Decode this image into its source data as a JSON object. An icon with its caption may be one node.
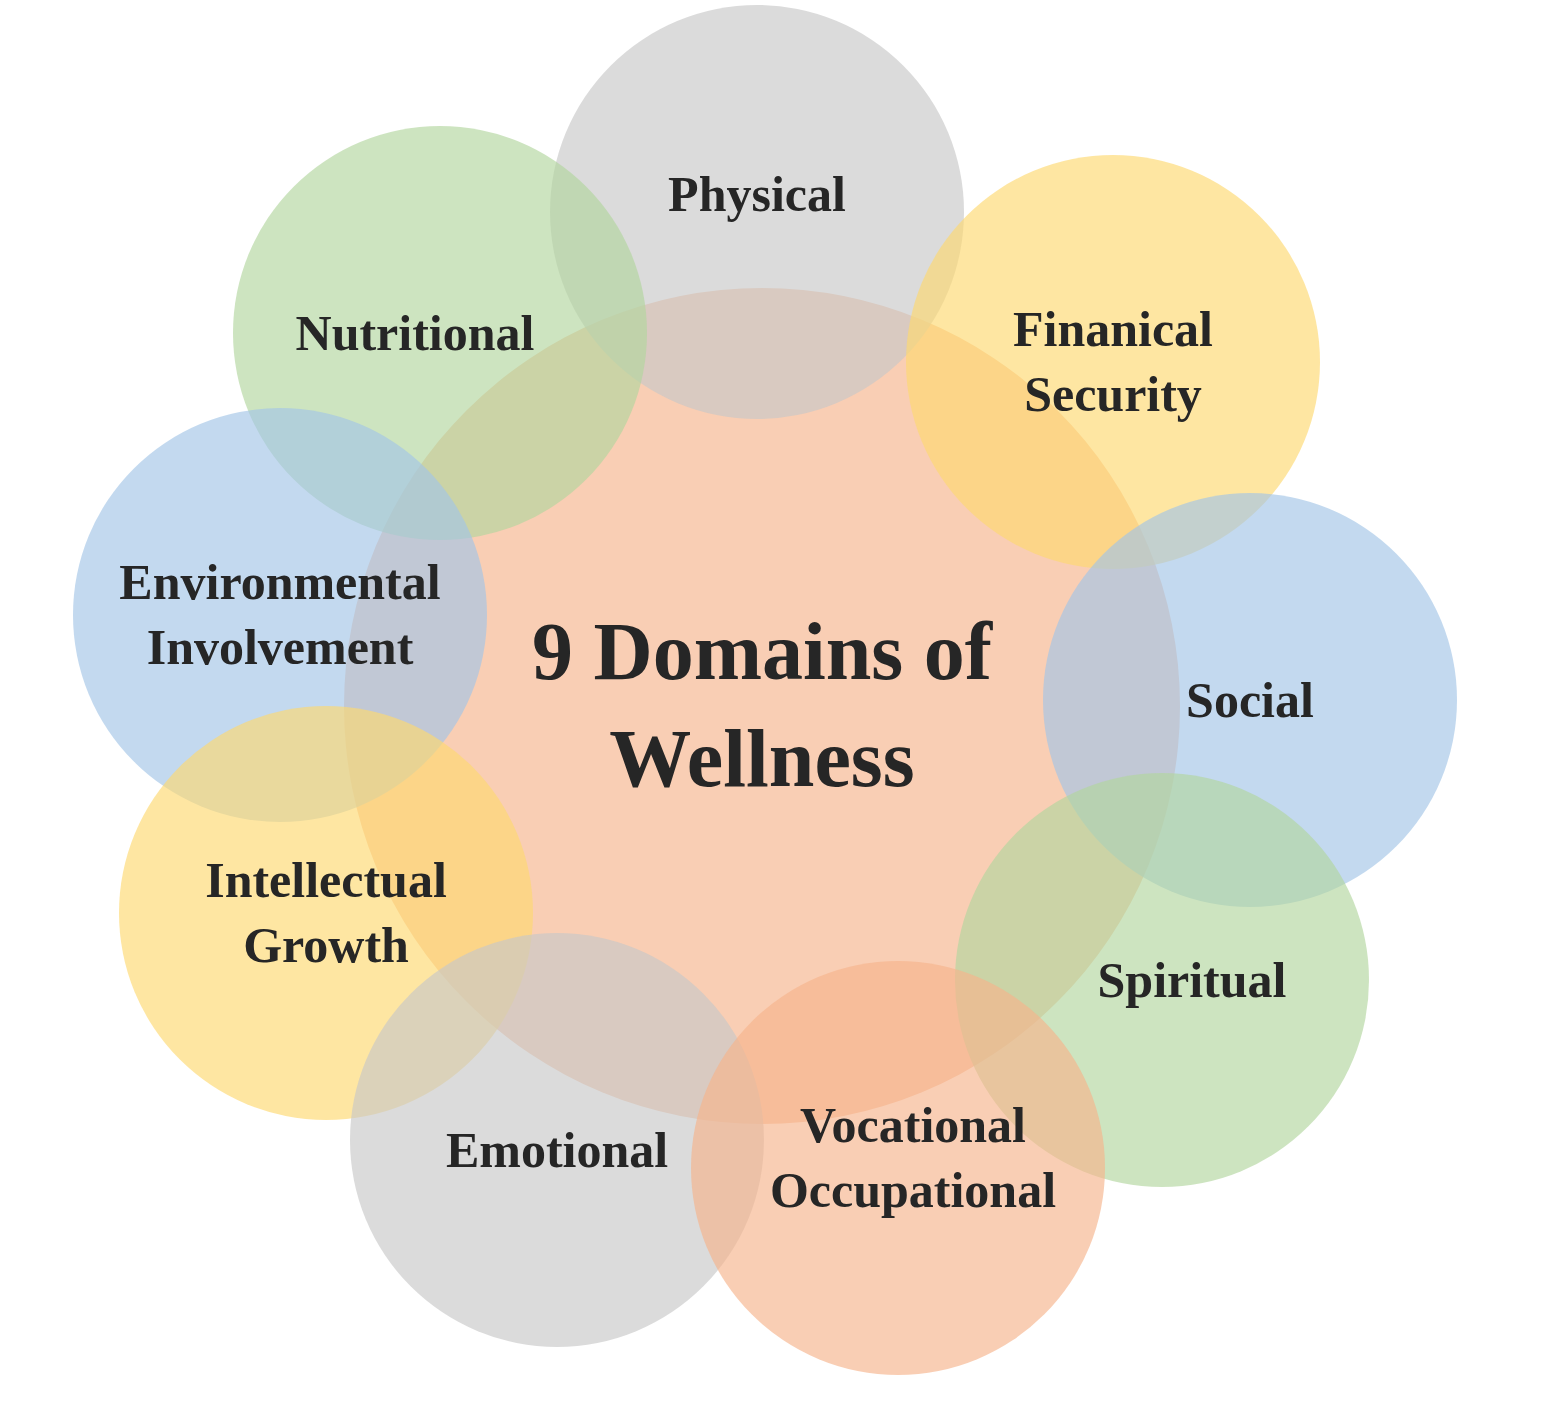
{
  "diagram": {
    "nodes": [
      {
        "text": [
          "9 Domains of Wellness"
        ]
      },
      {
        "text": [
          "Physical"
        ]
      },
      {
        "text": [
          "Nutritional"
        ]
      },
      {
        "text": [
          "Finanical Security"
        ]
      },
      {
        "text": [
          "Environmental Involvement"
        ]
      },
      {
        "text": [
          "Social"
        ]
      },
      {
        "text": [
          "Intellectual Growth"
        ]
      },
      {
        "text": [
          "Spiritual"
        ]
      },
      {
        "text": [
          "Emotional"
        ]
      },
      {
        "text": [
          "Vocational Occupational"
        ]
      }
    ]
  }
}
